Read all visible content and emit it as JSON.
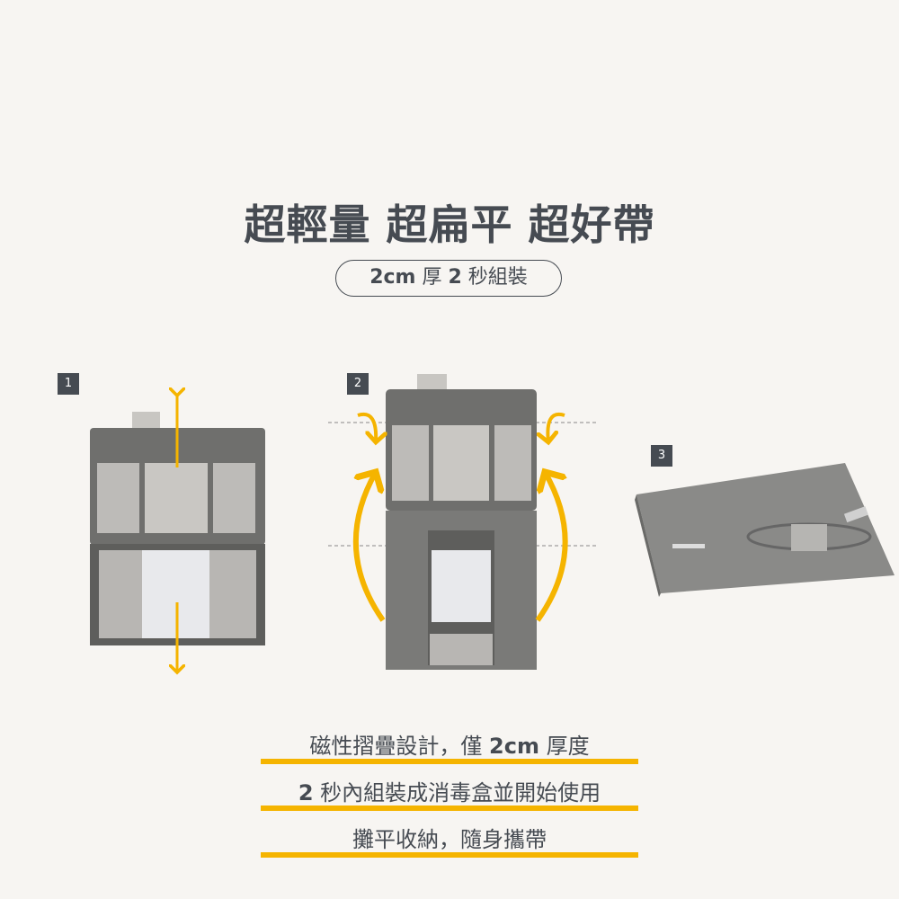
{
  "headline": "超輕量 超扁平 超好帶",
  "badge": {
    "prefix": "2cm",
    "middle": " 厚 ",
    "number": "2",
    "suffix": " 秒組裝"
  },
  "steps": [
    {
      "number": "1"
    },
    {
      "number": "2"
    },
    {
      "number": "3"
    }
  ],
  "features": [
    {
      "text_a": "磁性摺疊設計，僅 ",
      "bold": "2cm",
      "text_b": " 厚度"
    },
    {
      "text_a": "",
      "bold": "2",
      "text_b": " 秒內組裝成消毒盒並開始使用"
    },
    {
      "text_a": "攤平收納，隨身攜帶",
      "bold": "",
      "text_b": ""
    }
  ],
  "colors": {
    "accent": "#f5b400",
    "text": "#464b52",
    "background": "#f7f5f2",
    "case": "#6f6f6d"
  }
}
